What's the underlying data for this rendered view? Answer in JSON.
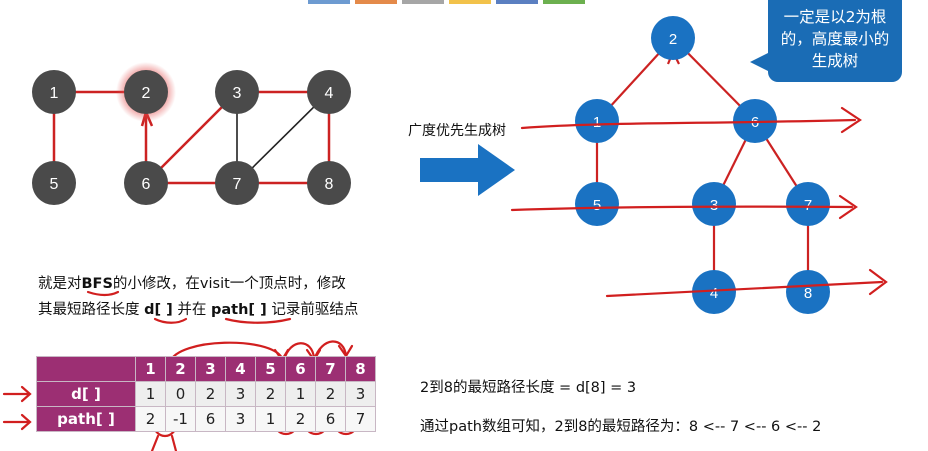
{
  "toolbar_strip_colors": [
    "#6d9bd1",
    "#e48a4a",
    "#a6a6a6",
    "#f2c24a",
    "#5b7fc1",
    "#6cb04f"
  ],
  "left_graph": {
    "nodes": [
      "1",
      "2",
      "3",
      "4",
      "5",
      "6",
      "7",
      "8"
    ],
    "note_line1": [
      "就是对",
      "BFS",
      "的小修改，在visit一个顶点时，修改"
    ],
    "note_line2": [
      "其最短路径长度 ",
      "d[ ]",
      " 并在 ",
      "path[ ]",
      " 记录前驱结点"
    ]
  },
  "arrow_label": "广度优先生成树",
  "tree": {
    "nodes": [
      "2",
      "1",
      "6",
      "5",
      "3",
      "7",
      "4",
      "8"
    ],
    "bubble": [
      "一定是以2为根",
      "的，高度最小的",
      "生成树"
    ]
  },
  "table": {
    "headers": [
      "1",
      "2",
      "3",
      "4",
      "5",
      "6",
      "7",
      "8"
    ],
    "rows": [
      {
        "label": "d[ ]",
        "values": [
          "1",
          "0",
          "2",
          "3",
          "2",
          "1",
          "2",
          "3"
        ]
      },
      {
        "label": "path[ ]",
        "values": [
          "2",
          "-1",
          "6",
          "3",
          "1",
          "2",
          "6",
          "7"
        ]
      }
    ]
  },
  "result": {
    "line1": "2到8的最短路径长度 = d[8] = 3",
    "line2": "通过path数组可知，2到8的最短路径为：8 <-- 7 <-- 6 <-- 2"
  }
}
